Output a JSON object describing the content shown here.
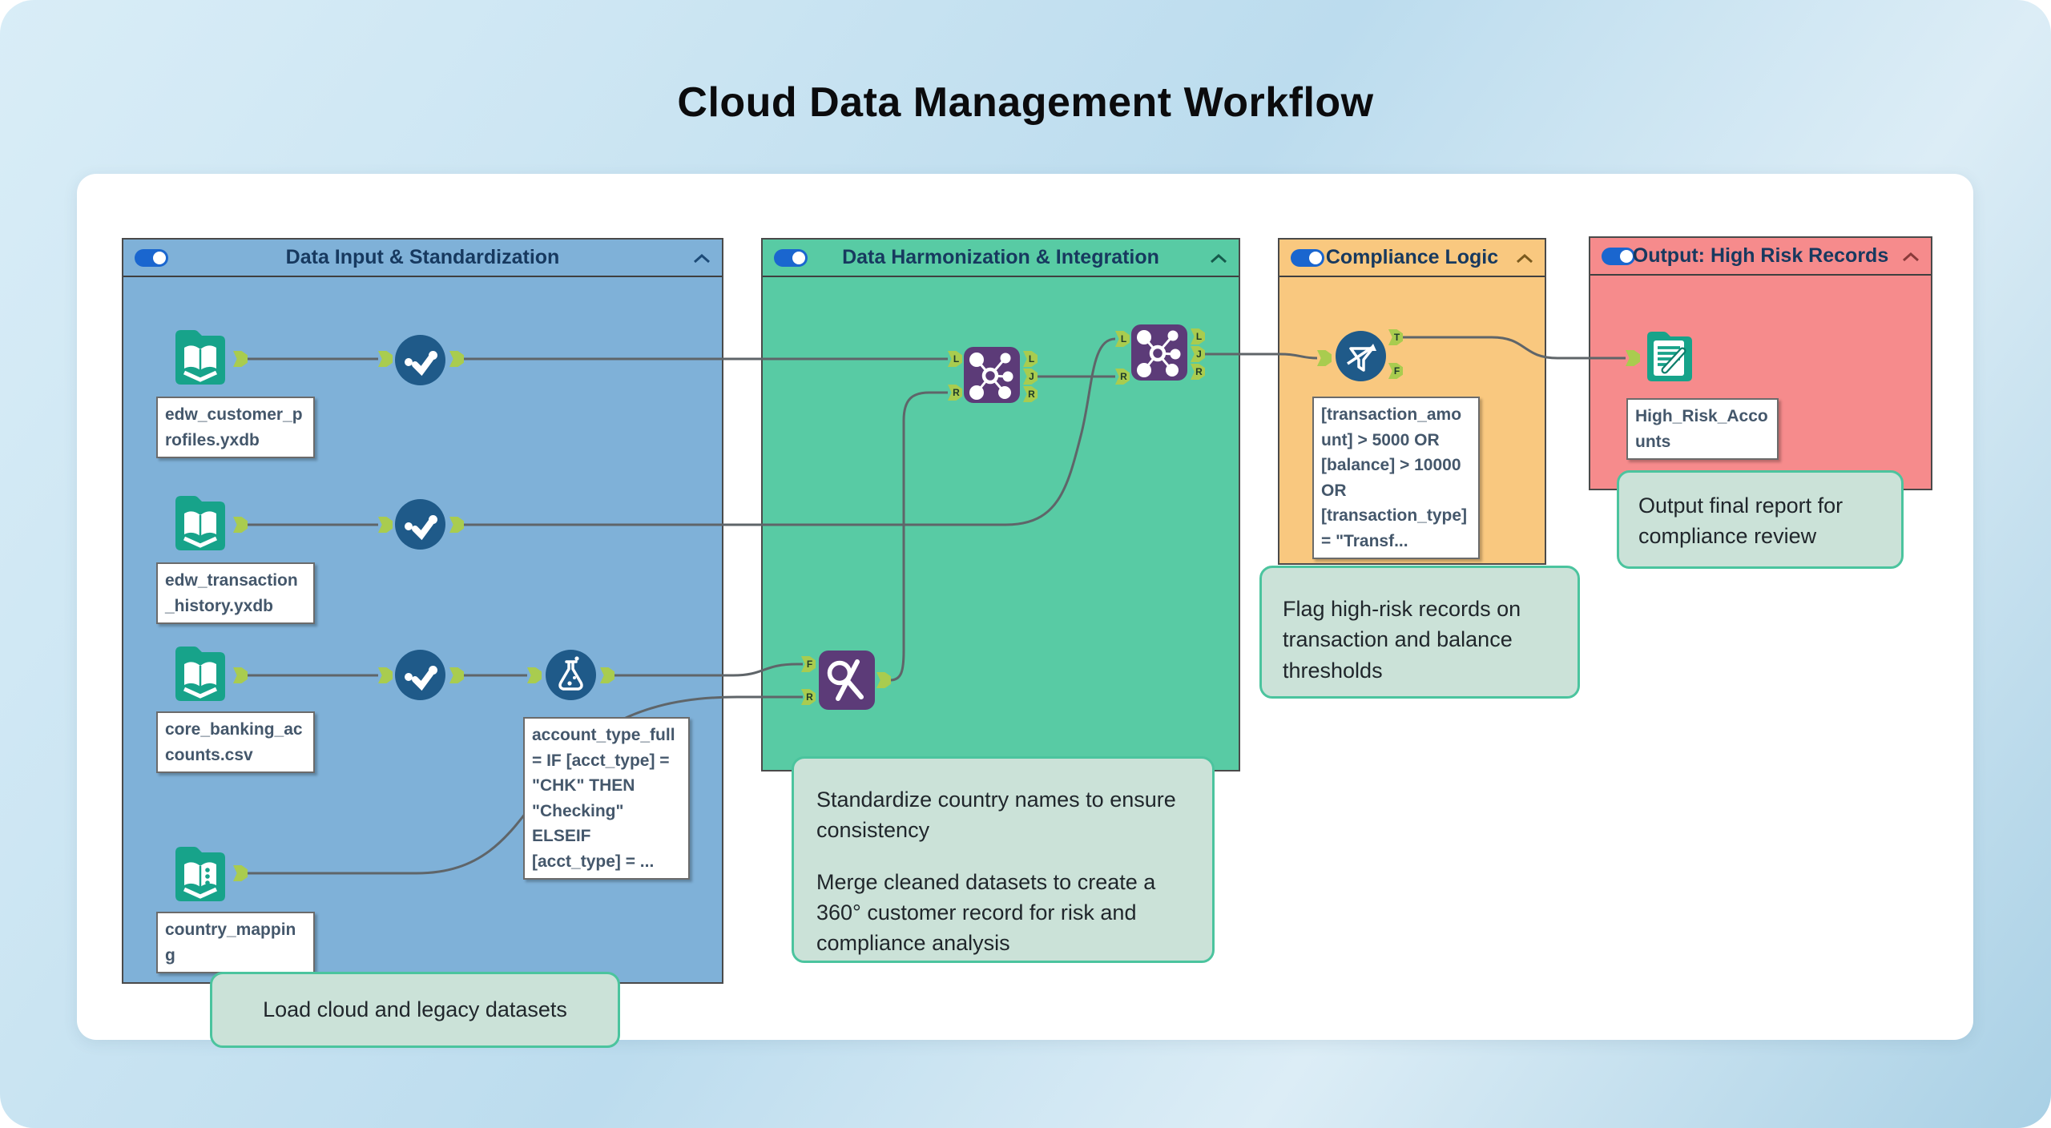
{
  "title": "Cloud Data Management Workflow",
  "containers": [
    {
      "title": "Data Input & Standardization",
      "color": "#7FB1D8",
      "toggle": "on"
    },
    {
      "title": "Data Harmonization & Integration",
      "color": "#58CBA4",
      "toggle": "on"
    },
    {
      "title": "Compliance Logic",
      "color": "#F9C87F",
      "toggle": "on"
    },
    {
      "title": "Output: High Risk Records",
      "color": "#F68B8C",
      "toggle": "on"
    }
  ],
  "annotations": {
    "input1": "edw_customer_profiles.yxdb",
    "input2": "edw_transaction_history.yxdb",
    "input3": "core_banking_accounts.csv",
    "input4": "country_mapping",
    "formula": "account_type_full = IF [acct_type] = \"CHK\" THEN \"Checking\" ELSEIF [acct_type] = ...",
    "filter": "[transaction_amount] > 5000 OR [balance] > 10000 OR [transaction_type] = \"Transf...",
    "output": "High_Risk_Accounts"
  },
  "anchors": {
    "join1": {
      "inputs": [
        "L",
        "R"
      ],
      "outputs": [
        "L",
        "J",
        "R"
      ]
    },
    "join2": {
      "inputs": [
        "L",
        "R"
      ],
      "outputs": [
        "L",
        "J",
        "R"
      ]
    },
    "find_replace": {
      "inputs": [
        "F",
        "R"
      ]
    },
    "filter": {
      "outputs": [
        "T",
        "F"
      ]
    }
  },
  "comments": {
    "load": "Load cloud and legacy datasets",
    "standardize": "Standardize country names to ensure consistency",
    "merge": "Merge cleaned datasets to create a 360° customer record for risk and compliance analysis",
    "flag": "Flag high-risk records on transaction and balance thresholds",
    "output": "Output final report for compliance review"
  },
  "colors": {
    "container_blue": "#7FB1D8",
    "container_green": "#58CBA4",
    "container_orange": "#F9C87F",
    "container_pink": "#F68B8C",
    "comment_bg": "#CBE2D8",
    "comment_border": "#4BC49E",
    "anchor_green": "#A9CC4F",
    "wire_gray": "#5F6569",
    "tool_navy": "#1F5A89",
    "tool_purple": "#5C3B78",
    "tool_teal": "#17A38A",
    "toggle_blue": "#1A66CF"
  }
}
